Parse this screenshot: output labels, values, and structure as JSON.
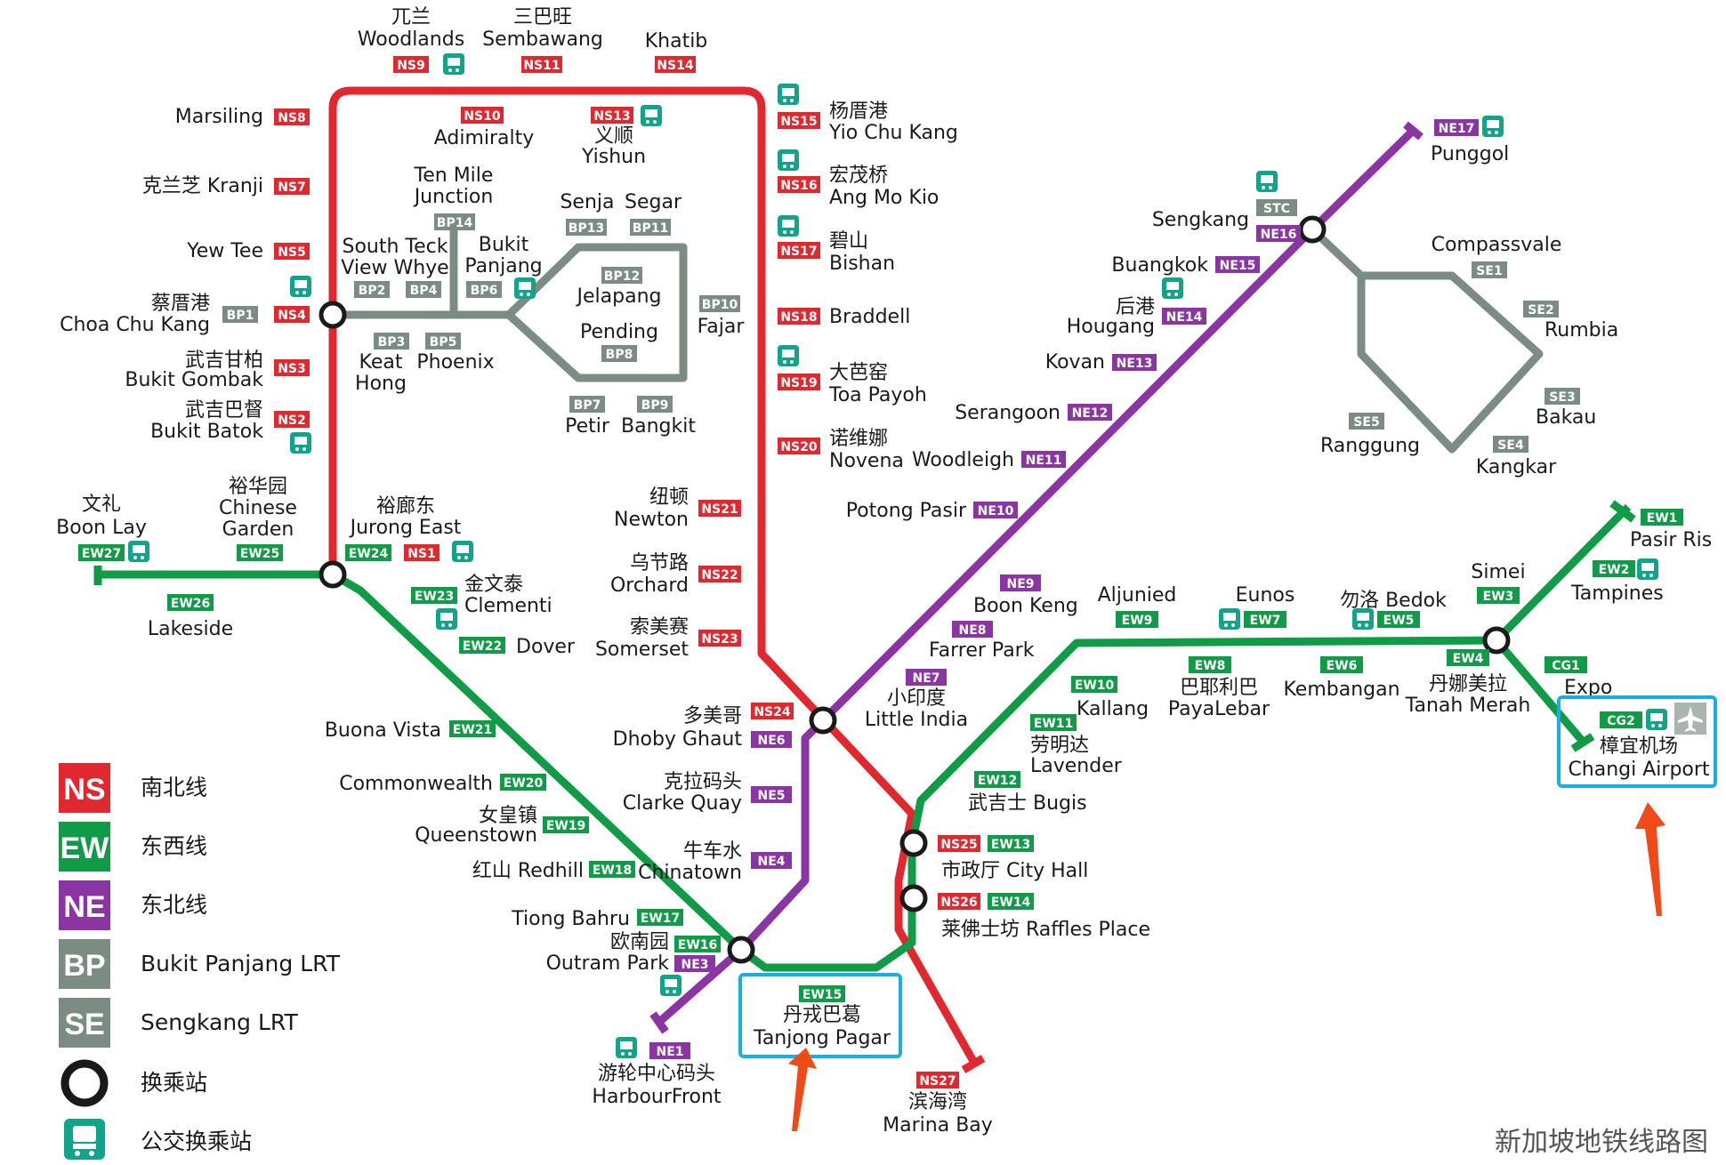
{
  "map": {
    "title": "新加坡地铁线路图",
    "colors": {
      "NS": "#e0282e",
      "EW": "#109b47",
      "NE": "#8a35a3",
      "BP": "#7b8d83",
      "SE": "#7b8d83",
      "highlight": "#19aee7",
      "arrow": "#f04a18",
      "bus": "#11a48a"
    },
    "legend": [
      {
        "code": "NS",
        "label": "南北线",
        "color": "#e0282e"
      },
      {
        "code": "EW",
        "label": "东西线",
        "color": "#109b47"
      },
      {
        "code": "NE",
        "label": "东北线",
        "color": "#8a35a3"
      },
      {
        "code": "BP",
        "label": "Bukit Panjang LRT",
        "color": "#7b8d83"
      },
      {
        "code": "SE",
        "label": "Sengkang LRT",
        "color": "#7b8d83"
      },
      {
        "icon": "interchange",
        "label": "换乘站"
      },
      {
        "icon": "bus",
        "label": "公交换乘站"
      }
    ],
    "labels": {
      "woodlands_cn": "兀兰",
      "woodlands": "Woodlands",
      "sembawang_cn": "三巴旺",
      "sembawang": "Sembawang",
      "khatib": "Khatib",
      "marsiling": "Marsiling",
      "kranji": "克兰芝 Kranji",
      "yewtee": "Yew Tee",
      "choa_cn": "蔡厝港",
      "choa": "Choa Chu Kang",
      "gombak_cn": "武吉甘柏",
      "gombak": "Bukit Gombak",
      "batok_cn": "武吉巴督",
      "batok": "Bukit Batok",
      "admiralty": "Adimiralty",
      "yishun_cn": "义顺",
      "yishun": "Yishun",
      "yck_cn": "杨厝港",
      "yck": "Yio Chu Kang",
      "amk_cn": "宏茂桥",
      "amk": "Ang Mo Kio",
      "bishan_cn": "碧山",
      "bishan": "Bishan",
      "braddell": "Braddell",
      "toa_cn": "大芭窑",
      "toa": "Toa Payoh",
      "novena_cn": "诺维娜",
      "novena": "Novena",
      "newton_cn": "纽顿",
      "newton": "Newton",
      "orchard_cn": "乌节路",
      "orchard": "Orchard",
      "somerset_cn": "索美赛",
      "somerset": "Somerset",
      "dhoby_cn": "多美哥",
      "dhoby": "Dhoby Ghaut",
      "tenmile": "Ten Mile",
      "tenmile2": "Junction",
      "southteck": "South Teck",
      "viewwhye": "View Whye",
      "bukit": "Bukit",
      "panjang": "Panjang",
      "senja": "Senja",
      "segar": "Segar",
      "jelapang": "Jelapang",
      "pending": "Pending",
      "fajar": "Fajar",
      "keat": "Keat",
      "hong": "Hong",
      "phoenix": "Phoenix",
      "petir": "Petir",
      "bangkit": "Bangkit",
      "boonlay_cn": "文礼",
      "boonlay": "Boon Lay",
      "chgarden_cn": "裕华园",
      "chgarden": "Chinese",
      "chgarden2": "Garden",
      "je_cn": "裕廊东",
      "je": "Jurong  East",
      "lakeside": "Lakeside",
      "clementi": "金文泰",
      "clementi2": "Clementi",
      "dover": "Dover",
      "buonavista": "Buona Vista",
      "commonwealth": "Commonwealth",
      "queenstown_cn": "女皇镇",
      "queenstown": "Queenstown",
      "redhill": "红山 Redhill",
      "tiongbahru": "Tiong Bahru",
      "outram_cn": "欧南园",
      "outram": "Outram Park",
      "tp_cn": "丹戎巴葛",
      "tp": "Tanjong Pagar",
      "punggol": "Punggol",
      "sengkang": "Sengkang",
      "buangkok": "Buangkok",
      "hougang_cn": "后港",
      "hougang": "Hougang",
      "kovan": "Kovan",
      "serangoon": "Serangoon",
      "woodleigh": "Woodleigh",
      "potong": "Potong Pasir",
      "boonkeng": "Boon Keng",
      "farrer": "Farrer Park",
      "littleindia_cn": "小印度",
      "littleindia": "Little India",
      "clarke_cn": "克拉码头",
      "clarke": "Clarke Quay",
      "chinatown_cn": "牛车水",
      "chinatown": "Chinatown",
      "hf_cn": "游轮中心码头",
      "hf": "HarbourFront",
      "marina_cn": "滨海湾",
      "marina": "Marina Bay",
      "compassvale": "Compassvale",
      "rumbia": "Rumbia",
      "bakau": "Bakau",
      "kangkar": "Kangkar",
      "ranggung": "Ranggung",
      "aljunied": "Aljunied",
      "eunos": "Eunos",
      "bedok": "勿洛  Bedok",
      "kallang": "Kallang",
      "paya_cn": "巴耶利巴",
      "paya": "PayaLebar",
      "kembangan": "Kembangan",
      "lavender_cn": "劳明达",
      "lavender": "Lavender",
      "bugis": "武吉士  Bugis",
      "cityhall": "市政厅  City Hall",
      "raffles": "莱佛士坊  Raffles Place",
      "simei": "Simei",
      "tm_cn": "丹娜美拉",
      "tm": "Tanah Merah",
      "expo": "Expo",
      "changi_cn": "樟宜机场",
      "changi": "Changi Airport",
      "pasirris": "Pasir Ris",
      "tampines": "Tampines"
    }
  }
}
